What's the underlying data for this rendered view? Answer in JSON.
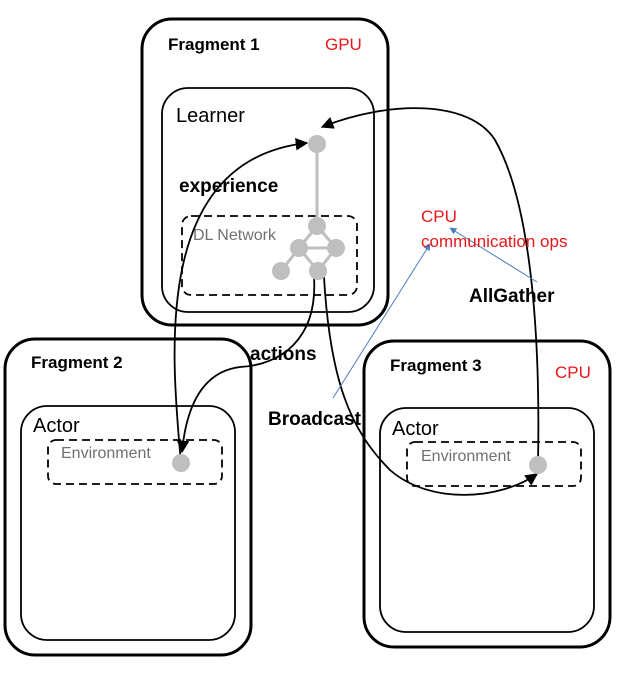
{
  "fragments": [
    {
      "title": "Fragment 1",
      "device": "GPU"
    },
    {
      "title": "Fragment 2"
    },
    {
      "title": "Fragment 3",
      "device": "CPU"
    }
  ],
  "learner": {
    "label": "Learner",
    "network_label": "DL Network"
  },
  "actors": [
    {
      "label": "Actor",
      "environment_label": "Environment"
    },
    {
      "label": "Actor",
      "environment_label": "Environment"
    }
  ],
  "flow_labels": {
    "experience": "experience",
    "actions": "actions",
    "broadcast": "Broadcast",
    "allgather": "AllGather"
  },
  "comm_ops": {
    "line1": "CPU",
    "line2": "communication ops"
  },
  "colors": {
    "device_label": "#e8171b",
    "node_fill": "#bfbfbf",
    "annotation_arrow": "#4a7ec2",
    "stroke": "#000000"
  }
}
